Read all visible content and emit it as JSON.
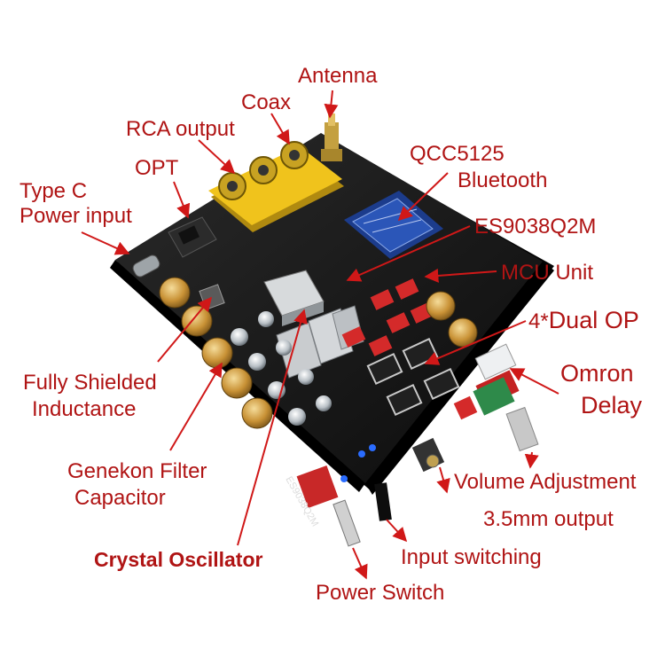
{
  "labels": {
    "antenna": "Antenna",
    "coax": "Coax",
    "rca_output": "RCA output",
    "opt": "OPT",
    "type_c_line1": "Type C",
    "type_c_line2": "Power input",
    "qcc_line1": "QCC5125",
    "qcc_line2": "Bluetooth",
    "es9038": "ES9038Q2M",
    "mcu": "MCU Unit",
    "dual_op_prefix": "4*",
    "dual_op_main": "Dual OP",
    "omron_line1": "Omron",
    "omron_line2": "Delay",
    "shielded_line1": "Fully Shielded",
    "shielded_line2": "Inductance",
    "genekon_line1": "Genekon Filter",
    "genekon_line2": "Capacitor",
    "volume": "Volume Adjustment",
    "output_35": "3.5mm output",
    "crystal": "Crystal Oscillator",
    "input_switching": "Input switching",
    "power_switch": "Power Switch"
  },
  "board": {
    "silkscreen": "ES9038Q2M",
    "colors": {
      "pcb": "#1a1a1a",
      "rca_yellow": "#f0c31c",
      "capacitor_gold": "#d8a44a",
      "relay_red": "#d42a2a",
      "label_red": "#b01414",
      "arrow_red": "#d01818"
    }
  }
}
